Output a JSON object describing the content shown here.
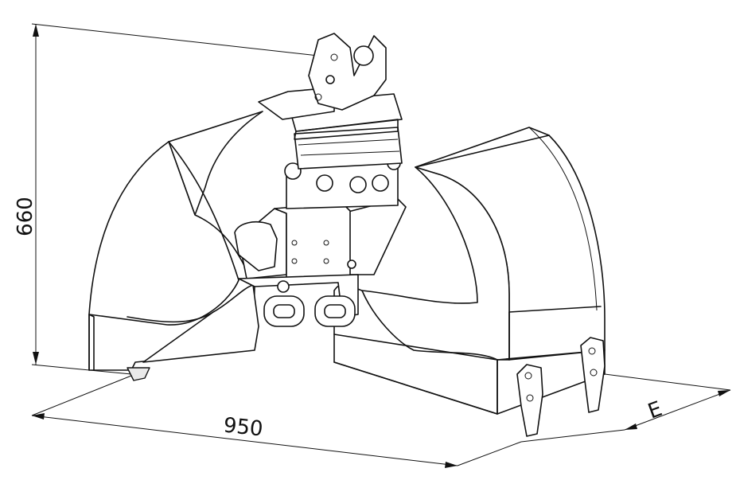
{
  "dimensions": {
    "height_label": "660",
    "width_label": "950",
    "depth_label": "E"
  }
}
